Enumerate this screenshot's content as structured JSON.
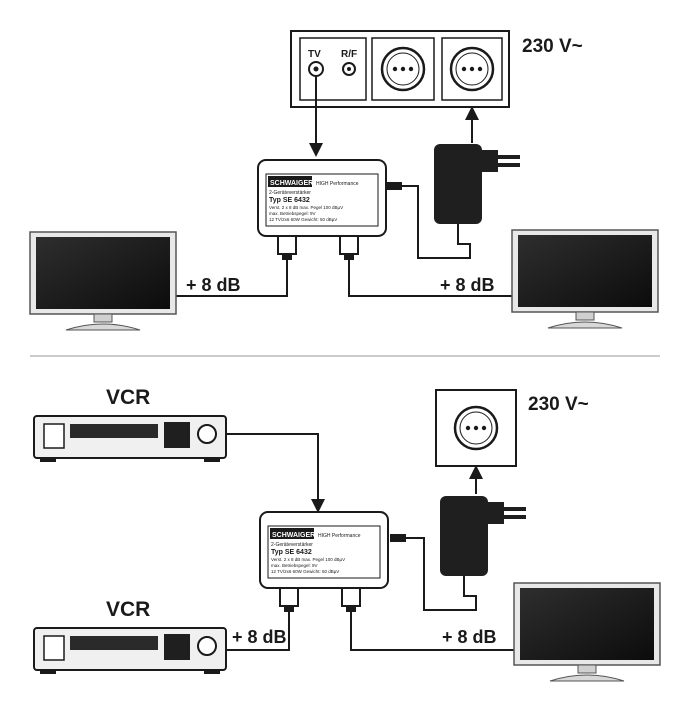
{
  "voltage_top": "230 V~",
  "voltage_bottom": "230 V~",
  "gain_left_top": "+ 8 dB",
  "gain_right_top": "+ 8 dB",
  "gain_left_bottom": "+ 8 dB",
  "gain_right_bottom": "+ 8 dB",
  "vcr_top": "VCR",
  "vcr_bottom": "VCR",
  "wall_port_tv": "TV",
  "wall_port_radio": "R/F",
  "amplifier": {
    "brand": "SCHWAIGER",
    "tagline": "HIGH Performance",
    "line1": "2-Geräteverstärker",
    "line2": "Typ SE 6432",
    "line3": "Verst. 2 x 8 dB max. Pegel 100 dBµV",
    "line4": "max. Betriebspegel: 9V",
    "line5": "12 TV/2x6 60W Gewicht: 50 dBµV"
  },
  "colors": {
    "outline": "#1a1a1a",
    "divider": "#cccccc",
    "screen": "#1c1c1c"
  }
}
